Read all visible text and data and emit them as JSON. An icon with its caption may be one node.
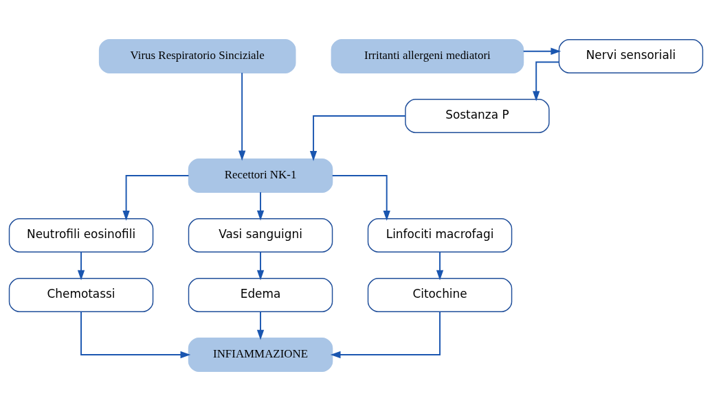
{
  "diagram": {
    "nodes": [
      {
        "text": [
          "Virus Respiratorio Sinciziale"
        ]
      },
      {
        "text": [
          "Nervi sensoriali"
        ]
      },
      {
        "text": [
          "Irritanti allergeni mediatori"
        ]
      },
      {
        "text": [
          "Sostanza P"
        ]
      },
      {
        "text": [
          "Recettori NK-1"
        ]
      },
      {
        "text": [
          "Neutrofili eosinofili"
        ]
      },
      {
        "text": [
          "Vasi sanguigni"
        ]
      },
      {
        "text": [
          "Linfociti macrofagi"
        ]
      },
      {
        "text": [
          "Chemotassi"
        ]
      },
      {
        "text": [
          "Edema"
        ]
      },
      {
        "text": [
          "Citochine"
        ]
      },
      {
        "text": [
          "INFIAMMAZIONE"
        ]
      }
    ],
    "edges": [
      {
        "from": 2,
        "to": 1,
        "arrow": "to"
      },
      {
        "from": 1,
        "to": 3,
        "arrow": "to"
      },
      {
        "from": 3,
        "to": 4,
        "arrow": "to"
      },
      {
        "from": 0,
        "to": 4,
        "arrow": "to"
      },
      {
        "from": 4,
        "to": 5,
        "arrow": "to"
      },
      {
        "from": 4,
        "to": 6,
        "arrow": "to"
      },
      {
        "from": 4,
        "to": 7,
        "arrow": "to"
      },
      {
        "from": 5,
        "to": 8,
        "arrow": "to"
      },
      {
        "from": 6,
        "to": 9,
        "arrow": "to"
      },
      {
        "from": 7,
        "to": 10,
        "arrow": "to"
      },
      {
        "from": 8,
        "to": 11,
        "arrow": "to"
      },
      {
        "from": 9,
        "to": 11,
        "arrow": "to"
      },
      {
        "from": 10,
        "to": 11,
        "arrow": "to"
      }
    ]
  }
}
